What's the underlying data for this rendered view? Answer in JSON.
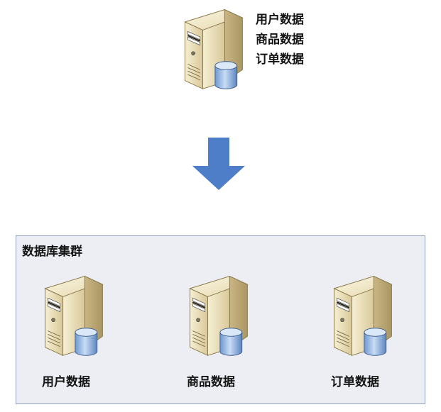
{
  "top_server": {
    "labels": [
      "用户数据",
      "商品数据",
      "订单数据"
    ]
  },
  "cluster": {
    "title": "数据库集群",
    "nodes": [
      {
        "label": "用户数据"
      },
      {
        "label": "商品数据"
      },
      {
        "label": "订单数据"
      }
    ]
  },
  "colors": {
    "arrow": "#4f7ec9",
    "cluster_background": "#eceef3",
    "cluster_border": "#8fa1bd",
    "server_body": "#e8ddb5",
    "database_cylinder": "#8fb6e6"
  },
  "icons": {
    "server": "server-icon",
    "database": "database-icon",
    "arrow": "down-arrow-icon"
  }
}
